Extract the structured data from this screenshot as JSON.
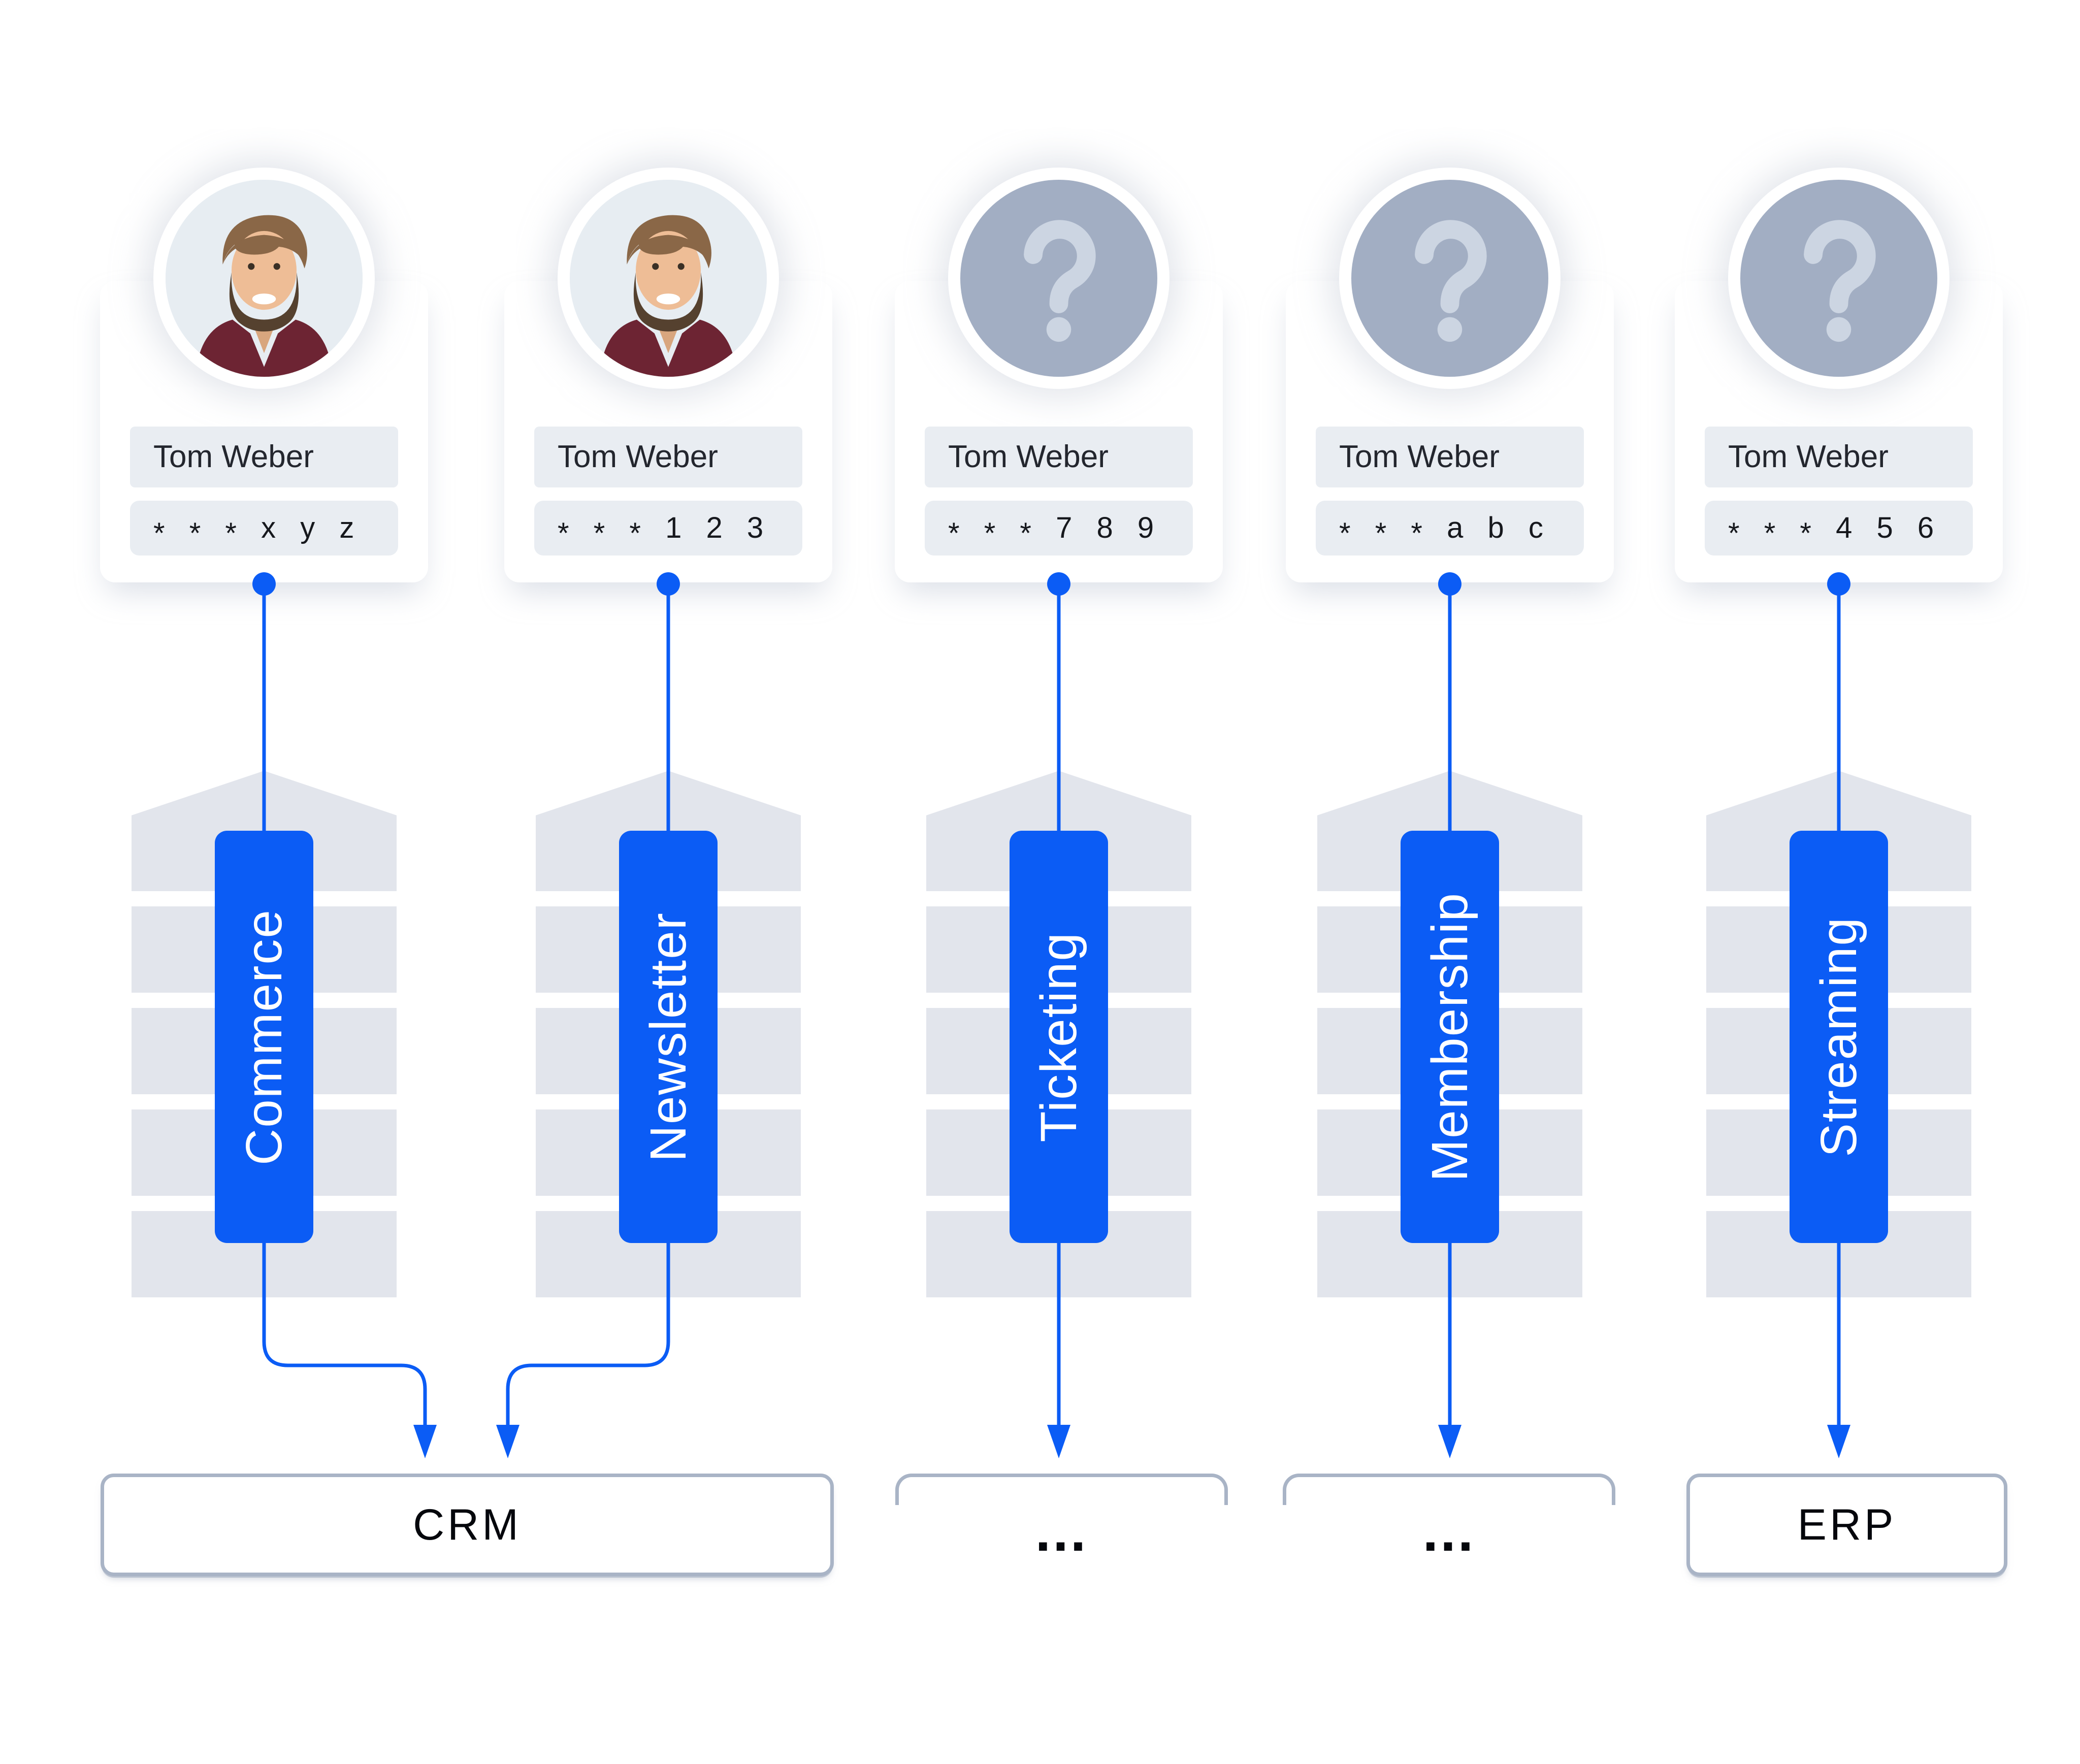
{
  "cards": [
    {
      "name": "Tom Weber",
      "password": "* * * x y z",
      "avatar": "photo"
    },
    {
      "name": "Tom Weber",
      "password": "* * * 1 2 3",
      "avatar": "photo"
    },
    {
      "name": "Tom Weber",
      "password": "* * * 7 8 9",
      "avatar": "question-mark"
    },
    {
      "name": "Tom Weber",
      "password": "* * * a b c",
      "avatar": "question-mark"
    },
    {
      "name": "Tom Weber",
      "password": "* * * 4 5 6",
      "avatar": "question-mark"
    }
  ],
  "systems": [
    {
      "label": "Commerce"
    },
    {
      "label": "Newsletter"
    },
    {
      "label": "Ticketing"
    },
    {
      "label": "Membership"
    },
    {
      "label": "Streaming"
    }
  ],
  "destinations": [
    {
      "label": "CRM"
    },
    {
      "label": "..."
    },
    {
      "label": "..."
    },
    {
      "label": "ERP"
    }
  ],
  "connections": [
    {
      "from": "Commerce",
      "to": "CRM"
    },
    {
      "from": "Newsletter",
      "to": "CRM"
    },
    {
      "from": "Ticketing",
      "to": "..."
    },
    {
      "from": "Membership",
      "to": "..."
    },
    {
      "from": "Streaming",
      "to": "ERP"
    }
  ],
  "icons": {
    "question_mark": "?"
  },
  "colors": {
    "accent_blue": "#0b5cf5",
    "building_gray": "#e2e5ec",
    "field_gray": "#e9edf2",
    "avatar_placeholder": "#a2aec3",
    "question_mark_gray": "#ccd5e2",
    "dest_border": "#a9b4c6",
    "text_dark": "#16181d"
  }
}
